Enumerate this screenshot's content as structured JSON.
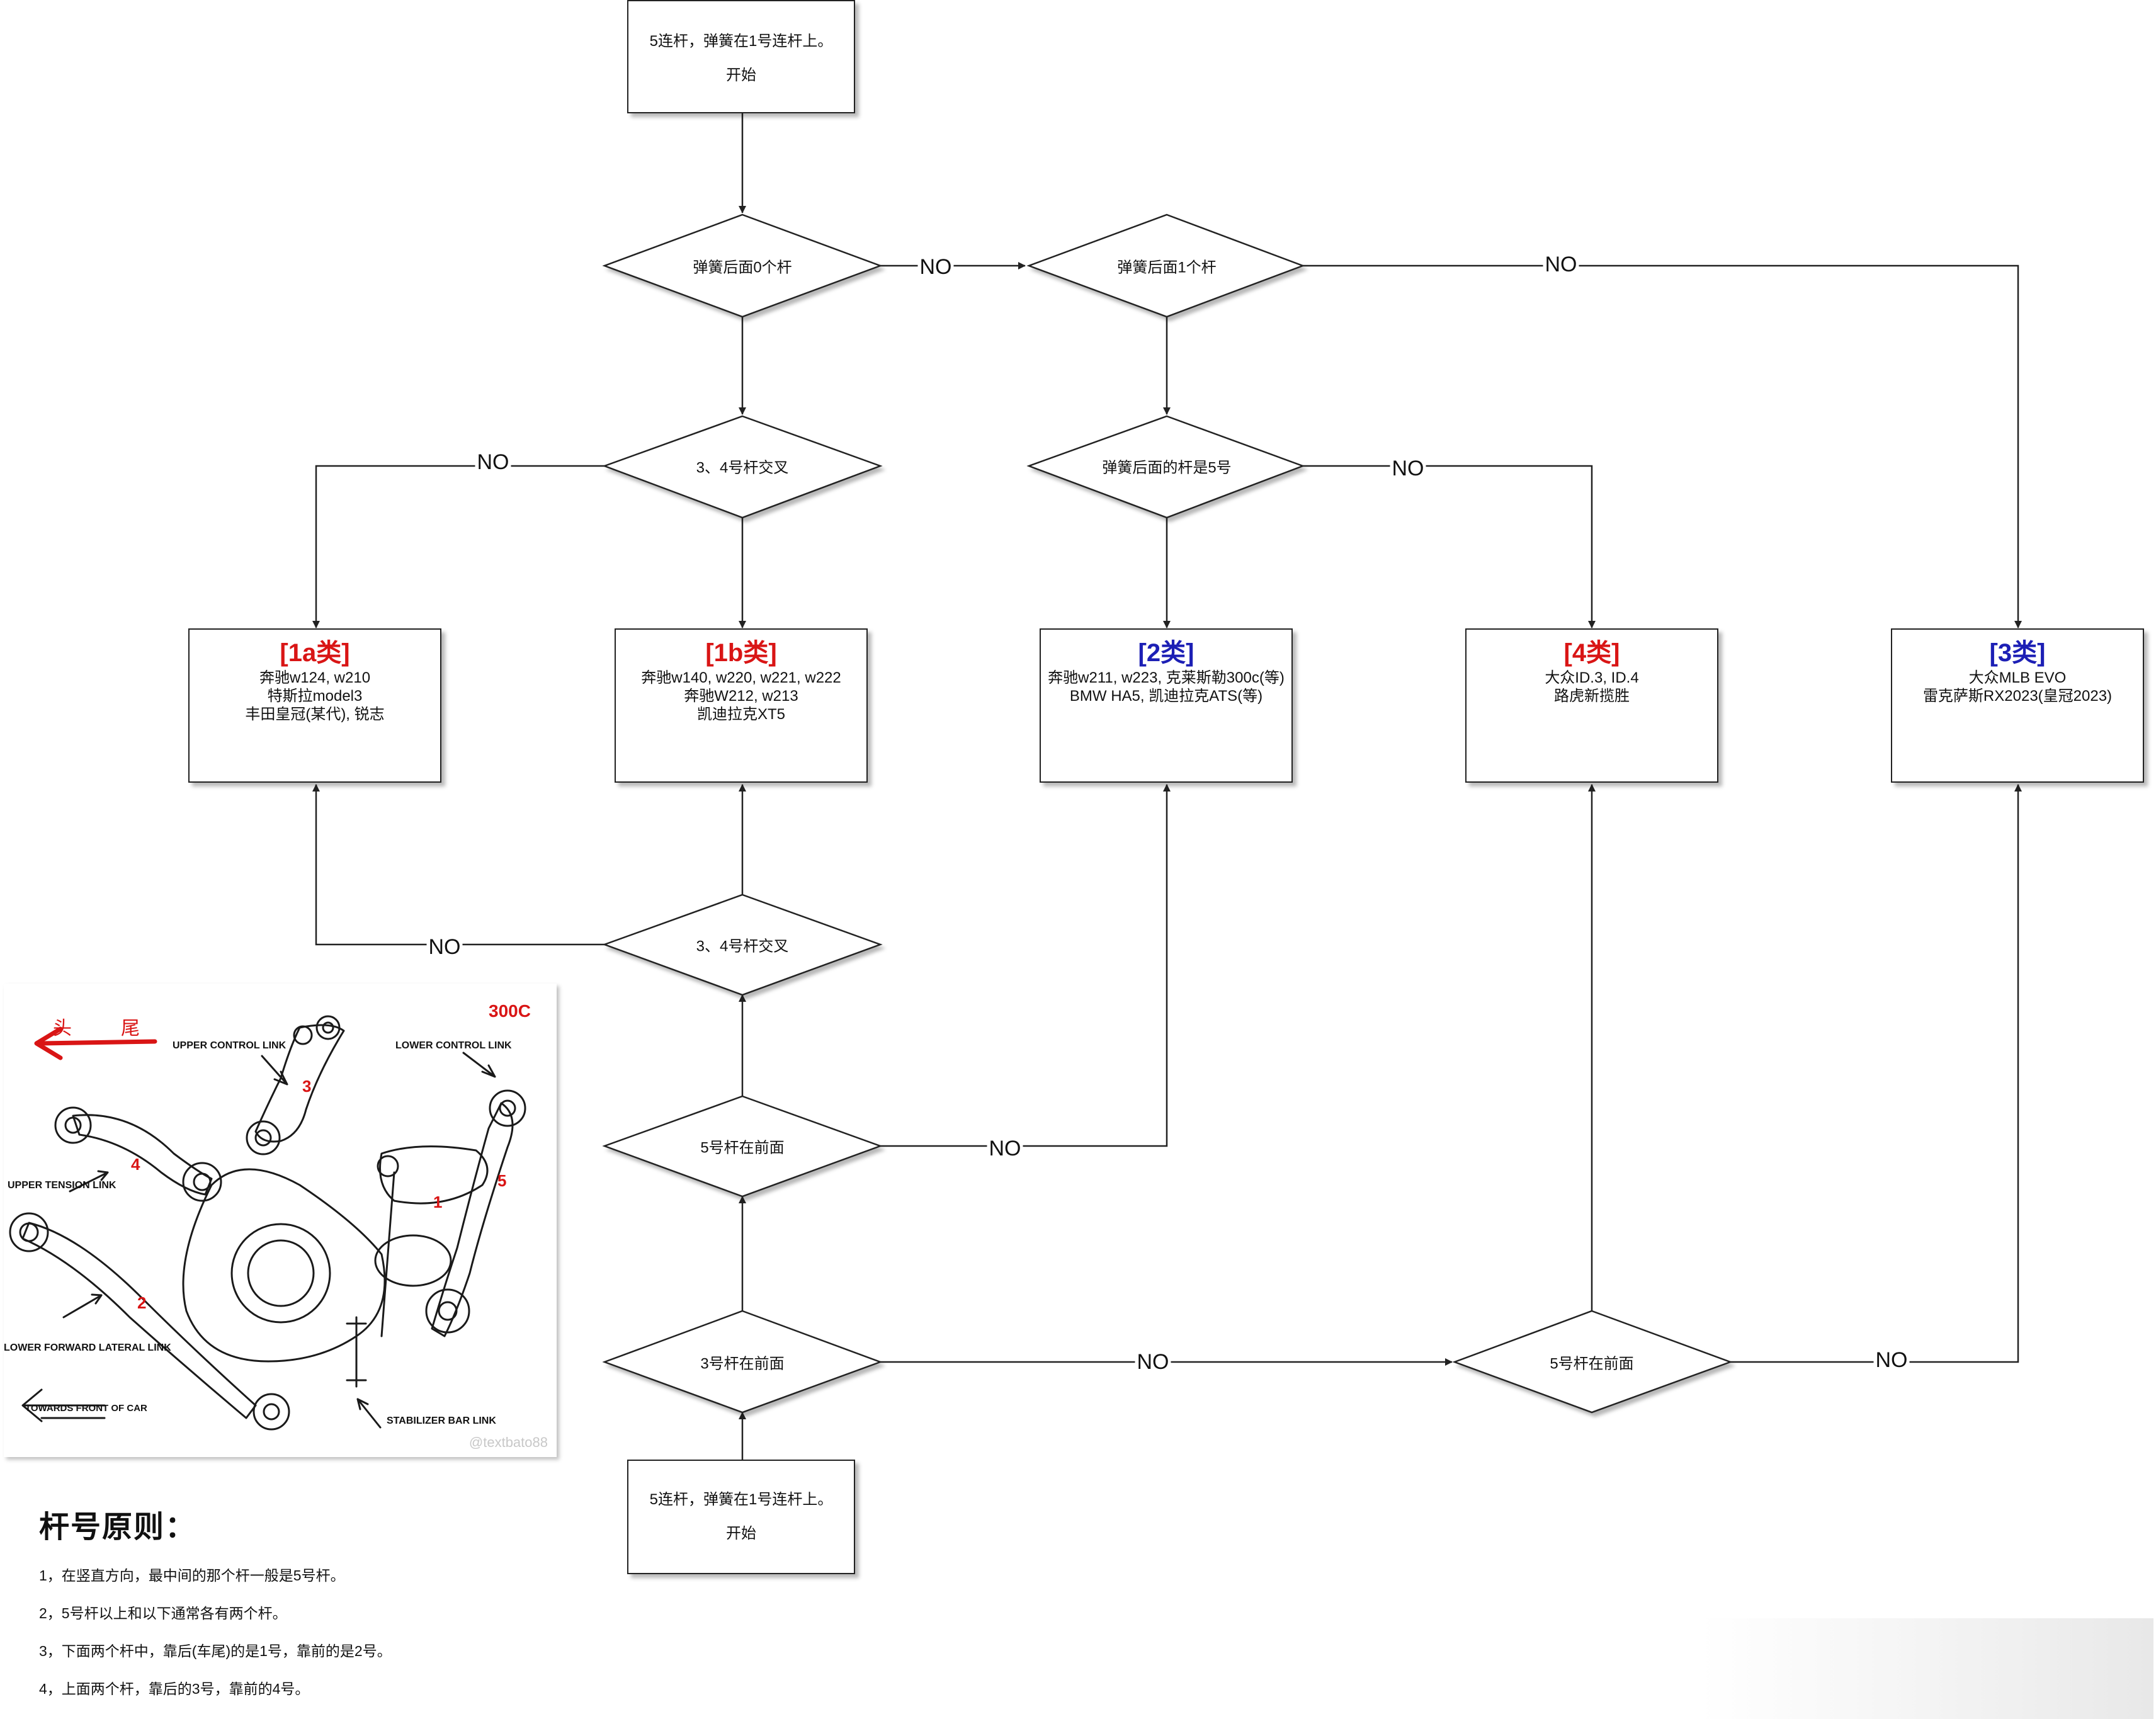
{
  "start_box_top": {
    "line1": "5连杆，弹簧在1号连杆上。",
    "line2": "开始"
  },
  "start_box_bottom": {
    "line1": "5连杆，弹簧在1号连杆上。",
    "line2": "开始"
  },
  "decisions": {
    "spring_behind_0": "弹簧后面0个杆",
    "spring_behind_1": "弹簧后面1个杆",
    "cross_34_top": "3、4号杆交叉",
    "behind_is_5": "弹簧后面的杆是5号",
    "cross_34_bottom": "3、4号杆交叉",
    "rod5_front": "5号杆在前面",
    "rod3_front": "3号杆在前面",
    "rod5_front_right": "5号杆在前面"
  },
  "no_label": "NO",
  "results": {
    "c1a": {
      "title": "[1a类]",
      "lines": [
        "奔驰w124, w210",
        "特斯拉model3",
        "丰田皇冠(某代), 锐志"
      ]
    },
    "c1b": {
      "title": "[1b类]",
      "lines": [
        "奔驰w140, w220, w221, w222",
        "奔驰W212, w213",
        "凯迪拉克XT5"
      ]
    },
    "c2": {
      "title": "[2类]",
      "lines": [
        "奔驰w211, w223, 克莱斯勒300c(等)",
        "BMW HA5, 凯迪拉克ATS(等)"
      ]
    },
    "c4": {
      "title": "[4类]",
      "lines": [
        "大众ID.3, ID.4",
        "路虎新揽胜"
      ]
    },
    "c3": {
      "title": "[3类]",
      "lines": [
        "大众MLB EVO",
        "雷克萨斯RX2023(皇冠2023)"
      ]
    }
  },
  "illustration": {
    "title": "300C",
    "head": "头",
    "tail": "尾",
    "labels": {
      "upper_control": "UPPER CONTROL LINK",
      "lower_control": "LOWER CONTROL LINK",
      "upper_tension": "UPPER TENSION LINK",
      "lower_forward": "LOWER FORWARD LATERAL LINK",
      "towards_front": "TOWARDS FRONT OF CAR",
      "stabilizer": "STABILIZER BAR LINK"
    },
    "numbers": {
      "n1": "1",
      "n2": "2",
      "n3": "3",
      "n4": "4",
      "n5": "5"
    },
    "watermark": "@textbato88"
  },
  "rules": {
    "title": "杆号原则：",
    "items": [
      "1，在竖直方向，最中间的那个杆一般是5号杆。",
      "2，5号杆以上和以下通常各有两个杆。",
      "3，下面两个杆中，靠后(车尾)的是1号，靠前的是2号。",
      "4，上面两个杆，靠后的3号，靠前的4号。"
    ]
  },
  "colors": {
    "red": "#d91515",
    "blue": "#1c1fb5",
    "line": "#222222"
  }
}
